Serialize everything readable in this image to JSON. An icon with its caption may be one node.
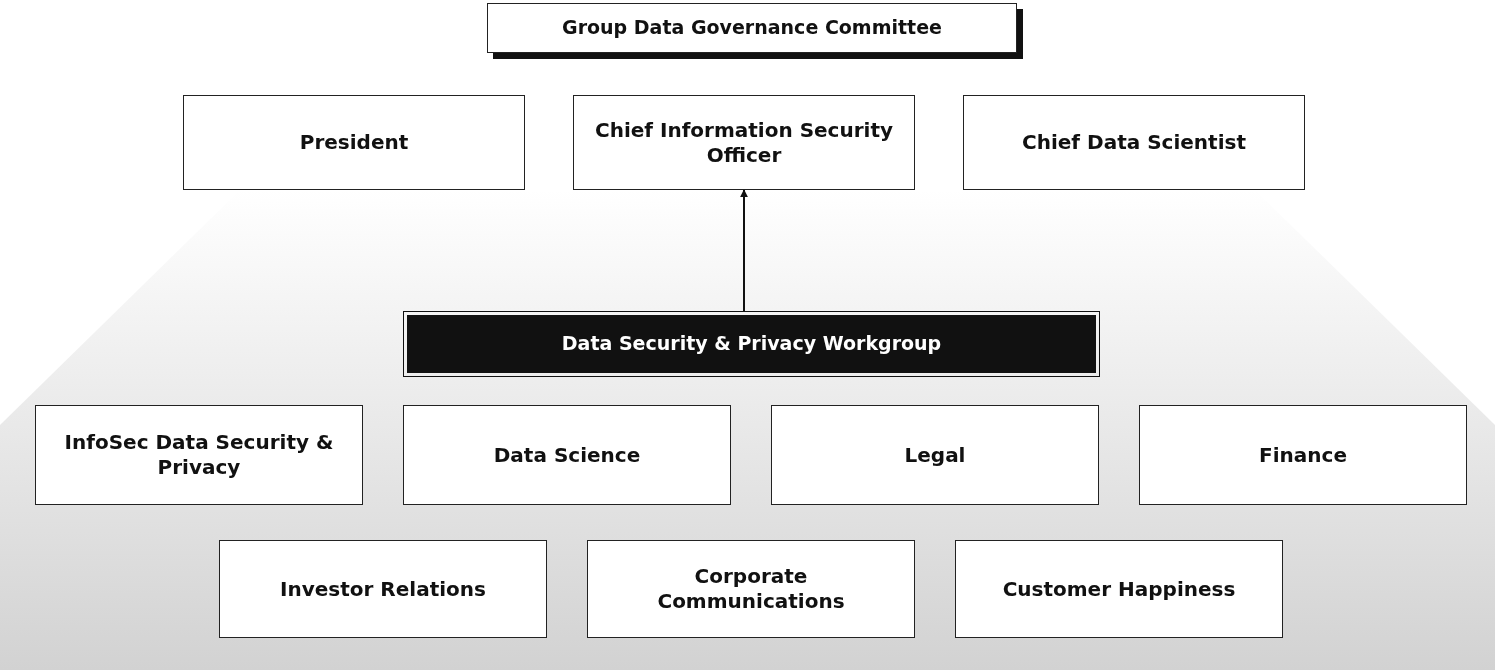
{
  "diagram": {
    "nodes": [
      {
        "text": [
          "Group Data Governance Committee"
        ]
      },
      {
        "text": [
          "President"
        ]
      },
      {
        "text": [
          "Chief Information Security Officer"
        ]
      },
      {
        "text": [
          "Chief Data Scientist"
        ]
      },
      {
        "text": [
          "Data Security & Privacy Workgroup"
        ]
      },
      {
        "text": [
          "InfoSec Data Security & Privacy"
        ]
      },
      {
        "text": [
          "Data Science"
        ]
      },
      {
        "text": [
          "Legal"
        ]
      },
      {
        "text": [
          "Finance"
        ]
      },
      {
        "text": [
          "Investor Relations"
        ]
      },
      {
        "text": [
          "Corporate Communications"
        ]
      },
      {
        "text": [
          "Customer Happiness"
        ]
      }
    ],
    "edges": [
      {
        "from": 4,
        "to": 2,
        "arrow": "to"
      }
    ]
  }
}
